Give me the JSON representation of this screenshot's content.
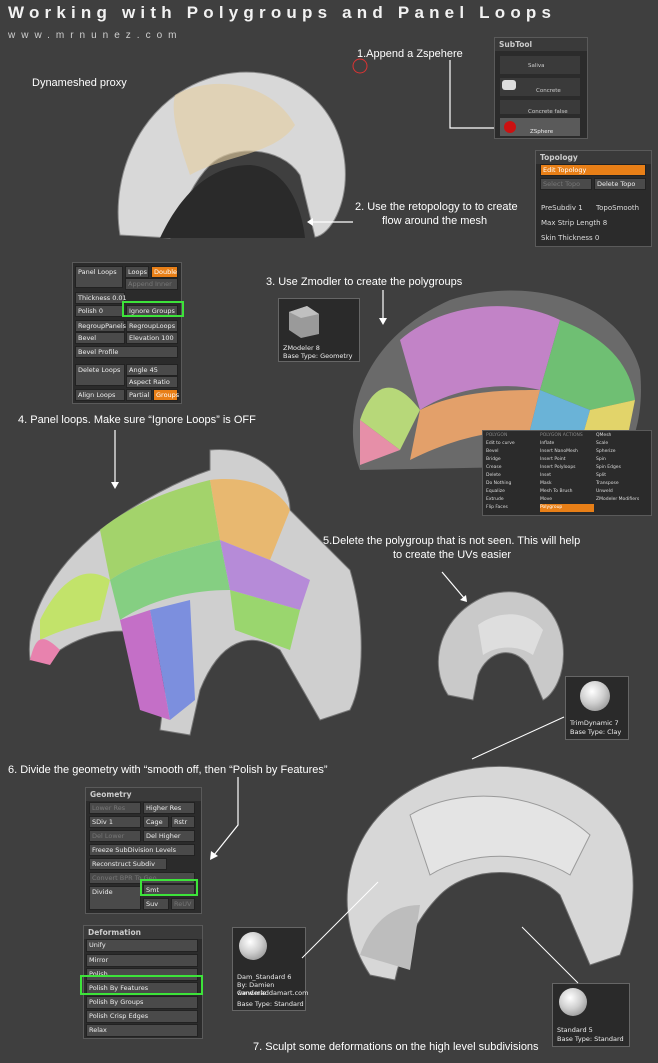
{
  "header": {
    "title": "Working with Polygroups and Panel Loops",
    "url": "www.mrnunez.com"
  },
  "captions": {
    "c0": "Dynameshed proxy",
    "c1": "1.Append a Zspehere",
    "c2a": "2. Use the retopology to to create",
    "c2b": "flow around the mesh",
    "c3": "3. Use Zmodler to create the polygroups",
    "c4": "4. Panel loops. Make sure “Ignore Loops” is OFF",
    "c5a": "5.Delete the polygroup that is not seen. This will help",
    "c5b": "to create the UVs easier",
    "c6": "6. Divide the geometry with “smooth off, then “Polish by Features”",
    "c7": "7. Sculpt some deformations on the high level subdivisions"
  },
  "subtool": {
    "head": "SubTool",
    "items": [
      "Saliva",
      "Concrete",
      "Concrete false",
      "ZSphere"
    ]
  },
  "topology": {
    "head": "Topology",
    "edit": "Edit Topology",
    "select": "Select Topo",
    "delete": "Delete Topo",
    "presubdiv": "PreSubdiv 1",
    "toposmooth": "TopoSmooth",
    "maxstrip": "Max Strip Length 8",
    "skin": "Skin Thickness 0"
  },
  "panelloops": {
    "panel_loops": "Panel Loops",
    "loops": "Loops",
    "double": "Double",
    "append_inner": "Append Inner",
    "thickness": "Thickness 0.01",
    "polish": "Polish 0",
    "ignore_groups": "Ignore Groups",
    "regroup_panels": "RegroupPanels",
    "regroup_loops": "RegroupLoops",
    "bevel": "Bevel",
    "elevation": "Elevation 100",
    "bevel_profile": "Bevel Profile",
    "delete_loops": "Delete Loops",
    "angle": "Angle 45",
    "aspect": "Aspect Ratio",
    "align_loops": "Align Loops",
    "partial": "Partial",
    "groups": "Groups"
  },
  "zmodeler": {
    "name": "ZModeler 8",
    "base": "Base Type: Geometry"
  },
  "zmenu": {
    "col1": [
      "POLYGON",
      "Edit to curve",
      "Bevel",
      "Bridge",
      "Crease",
      "Delete",
      "Do Nothing",
      "Equalize",
      "Extrude",
      "Flip Faces"
    ],
    "col2": [
      "POLYGON ACTIONS",
      "Inflate",
      "Insert NanoMesh",
      "Insert Point",
      "Insert Polyloops",
      "Inset",
      "Mask",
      "Mesh To Brush",
      "Move",
      "Polygroup"
    ],
    "col3": [
      "",
      "QMesh",
      "Scale",
      "Spherize",
      "Spin",
      "Spin Edges",
      "Split",
      "Transpose",
      "Unweld",
      "ZModeler Modifiers"
    ]
  },
  "trimdynamic": {
    "name": "TrimDynamic 7",
    "base": "Base Type: Clay"
  },
  "geometry": {
    "head": "Geometry",
    "lower": "Lower Res",
    "higher": "Higher Res",
    "sdiv": "SDiv 1",
    "cage": "Cage",
    "rstr": "Rstr",
    "dellower": "Del Lower",
    "delhigher": "Del Higher",
    "freeze": "Freeze SubDivision Levels",
    "reconstruct": "Reconstruct Subdiv",
    "convert": "Convert BPR To Geo",
    "divide": "Divide",
    "smt": "Smt",
    "suv": "Suv",
    "reuv": "ReUV"
  },
  "deformation": {
    "head": "Deformation",
    "items": [
      "Unify",
      "Mirror",
      "Polish",
      "Polish By Features",
      "Polish By Groups",
      "Polish Crisp Edges",
      "Relax"
    ]
  },
  "damstandard": {
    "name": "Dam_Standard 6",
    "by": "By: Damien Canderle",
    "site": "www.maddamart.com",
    "base": "Base Type: Standard"
  },
  "standard": {
    "name": "Standard 5",
    "base": "Base Type: Standard"
  }
}
